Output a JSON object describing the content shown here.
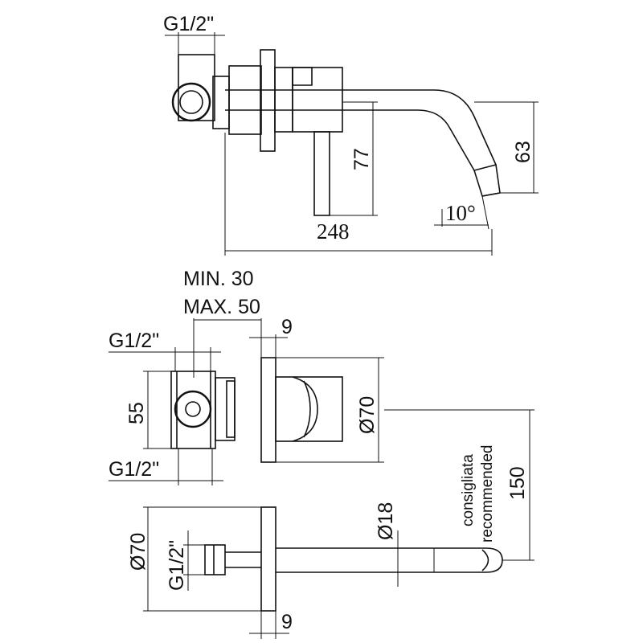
{
  "top_view": {
    "thread_label": "G1/2\"",
    "height_77": "77",
    "height_63": "63",
    "angle": "10°",
    "length_248": "248"
  },
  "front_view": {
    "min_label": "MIN. 30",
    "max_label": "MAX. 50",
    "plate_thickness": "9",
    "thread_top": "G1/2\"",
    "thread_bottom": "G1/2\"",
    "height_55": "55",
    "plate_diameter": "Ø70"
  },
  "side_view": {
    "plate_diameter": "Ø70",
    "thread": "G1/2\"",
    "spout_diameter": "Ø18",
    "recommended_it": "consigliata",
    "recommended_en": "recommended",
    "height_150": "150",
    "plate_thickness": "9"
  }
}
